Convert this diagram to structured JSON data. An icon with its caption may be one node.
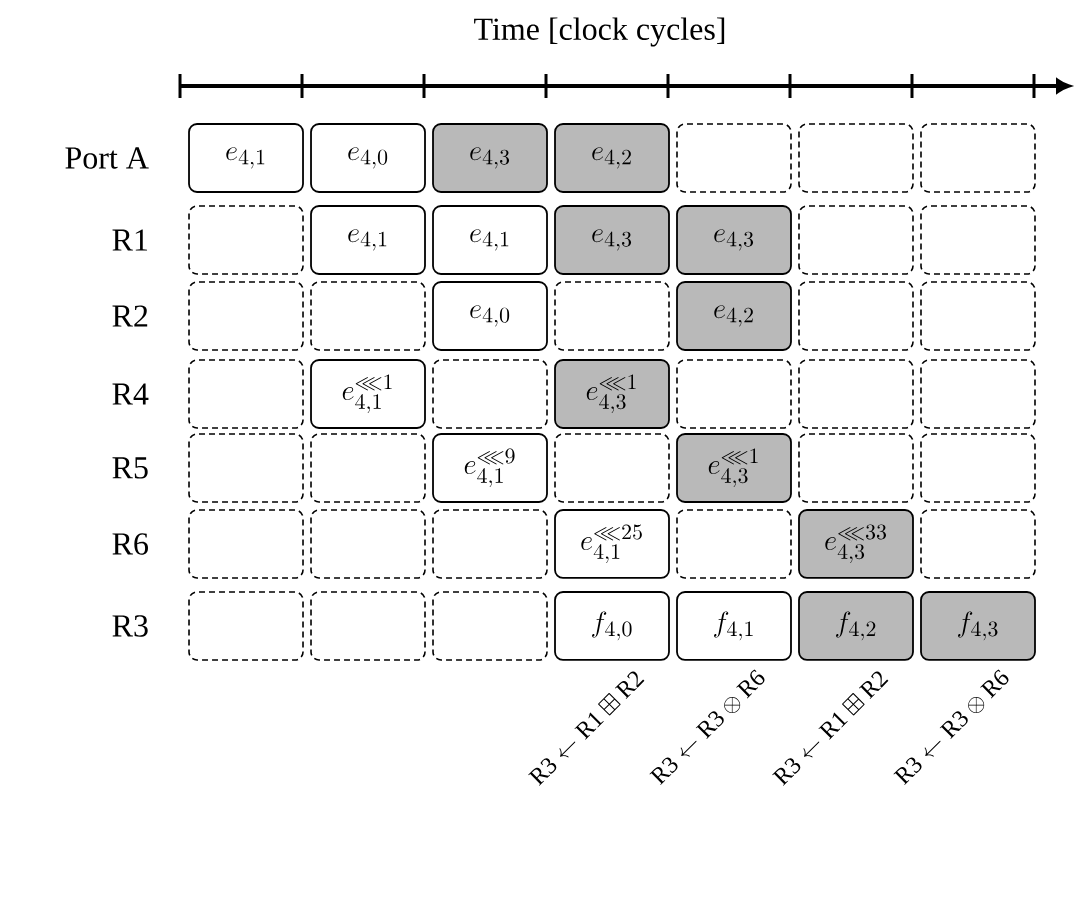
{
  "diagram": {
    "title": "Time [clock cycles]",
    "nodes": [
      {
        "text": [
          "e_{4,1}"
        ]
      },
      {
        "text": [
          "e_{4,0}"
        ]
      },
      {
        "text": [
          "e_{4,3}"
        ]
      },
      {
        "text": [
          "e_{4,2}"
        ]
      },
      {
        "text": [],
        "shape": "box"
      },
      {
        "text": [],
        "shape": "box"
      },
      {
        "text": [],
        "shape": "box"
      },
      {
        "text": [],
        "shape": "box"
      },
      {
        "text": [
          "e_{4,1}"
        ]
      },
      {
        "text": [
          "e_{4,1}"
        ]
      },
      {
        "text": [
          "e_{4,3}"
        ]
      },
      {
        "text": [
          "e_{4,3}"
        ]
      },
      {
        "text": [],
        "shape": "box"
      },
      {
        "text": [],
        "shape": "box"
      },
      {
        "text": [],
        "shape": "box"
      },
      {
        "text": [],
        "shape": "box"
      },
      {
        "text": [
          "e_{4,0}"
        ]
      },
      {
        "text": [],
        "shape": "box"
      },
      {
        "text": [
          "e_{4,2}"
        ]
      },
      {
        "text": [],
        "shape": "box"
      },
      {
        "text": [],
        "shape": "box"
      },
      {
        "text": [],
        "shape": "box"
      },
      {
        "text": [
          "e_{4,1}^{\\lll 1}"
        ]
      },
      {
        "text": [],
        "shape": "box"
      },
      {
        "text": [
          "e_{4,3}^{\\lll 1}"
        ]
      },
      {
        "text": [],
        "shape": "box"
      },
      {
        "text": [],
        "shape": "box"
      },
      {
        "text": [],
        "shape": "box"
      },
      {
        "text": [],
        "shape": "box"
      },
      {
        "text": [],
        "shape": "box"
      },
      {
        "text": [
          "e_{4,1}^{\\lll 9}"
        ]
      },
      {
        "text": [],
        "shape": "box"
      },
      {
        "text": [
          "e_{4,3}^{\\lll 1}"
        ]
      },
      {
        "text": [],
        "shape": "box"
      },
      {
        "text": [],
        "shape": "box"
      },
      {
        "text": [],
        "shape": "box"
      },
      {
        "text": [],
        "shape": "box"
      },
      {
        "text": [],
        "shape": "box"
      },
      {
        "text": [
          "e_{4,1}^{\\lll 25}"
        ]
      },
      {
        "text": [],
        "shape": "box"
      },
      {
        "text": [
          "e_{4,3}^{\\lll 33}"
        ]
      },
      {
        "text": [],
        "shape": "box"
      },
      {
        "text": [],
        "shape": "box"
      },
      {
        "text": [],
        "shape": "box"
      },
      {
        "text": [],
        "shape": "box"
      },
      {
        "text": [
          "f_{4,0}"
        ]
      },
      {
        "text": [
          "f_{4,1}"
        ]
      },
      {
        "text": [
          "f_{4,2}"
        ]
      },
      {
        "text": [
          "f_{4,3}"
        ]
      }
    ],
    "labels": [
      "Port A",
      "R1",
      "R2",
      "R4",
      "R5",
      "R6",
      "R3",
      "\\mathrm{R3} \\leftarrow \\mathrm{R1} \\boxplus \\mathrm{R2}",
      "\\mathrm{R3} \\leftarrow \\mathrm{R3} \\otimes \\mathrm{R6}",
      "\\mathrm{R3} \\leftarrow \\mathrm{R1} \\boxplus \\mathrm{R2}",
      "\\mathrm{R3} \\leftarrow \\mathrm{R3} \\otimes \\mathrm{R6}"
    ]
  }
}
